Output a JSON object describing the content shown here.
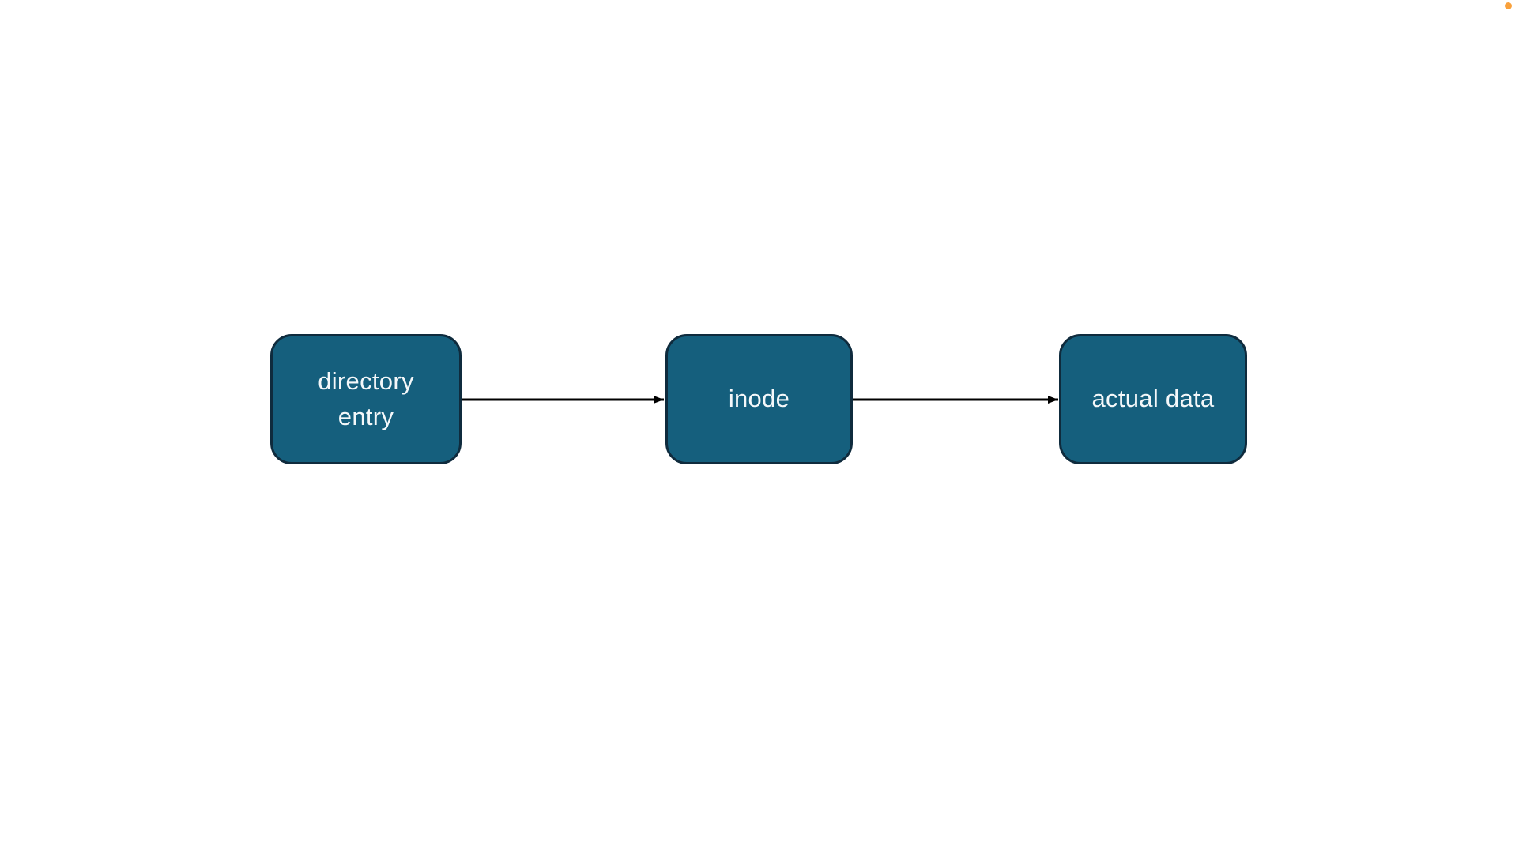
{
  "diagram": {
    "type": "flow",
    "nodes": [
      {
        "id": "directory-entry",
        "label": "directory\nentry"
      },
      {
        "id": "inode",
        "label": "inode"
      },
      {
        "id": "actual-data",
        "label": "actual data"
      }
    ],
    "arrows": [
      {
        "from": "directory-entry",
        "to": "inode"
      },
      {
        "from": "inode",
        "to": "actual-data"
      }
    ],
    "colors": {
      "background": "#ffffff",
      "node_fill": "#155F7D",
      "node_border": "#0F2B3D",
      "node_text": "#F4F8FA",
      "arrow": "#000000",
      "indicator_dot": "#F9A13C"
    }
  }
}
